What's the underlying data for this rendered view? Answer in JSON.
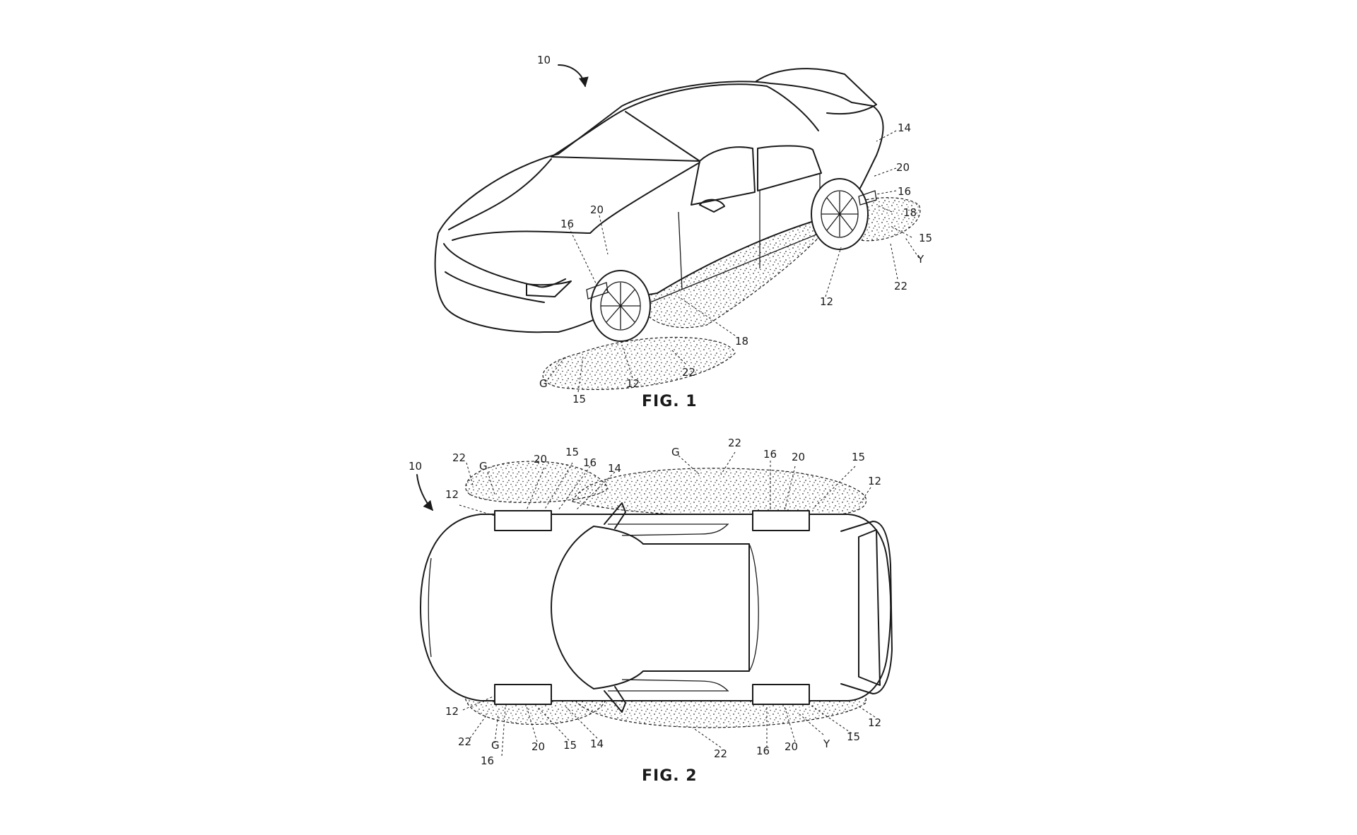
{
  "figures": [
    {
      "id": "fig1",
      "caption": "FIG. 1",
      "labels": [
        "10",
        "14",
        "20",
        "16",
        "18",
        "15",
        "Y",
        "22",
        "12",
        "20",
        "16",
        "18",
        "22",
        "12",
        "15",
        "G"
      ]
    },
    {
      "id": "fig2",
      "caption": "FIG. 2",
      "labels": [
        "10",
        "22",
        "G",
        "20",
        "15",
        "16",
        "14",
        "12",
        "G",
        "22",
        "16",
        "20",
        "15",
        "12",
        "12",
        "22",
        "G",
        "16",
        "20",
        "15",
        "14",
        "22",
        "16",
        "20",
        "Y",
        "15",
        "12"
      ]
    }
  ],
  "colors": {
    "ink": "#1a1a1a",
    "paper": "#ffffff"
  }
}
